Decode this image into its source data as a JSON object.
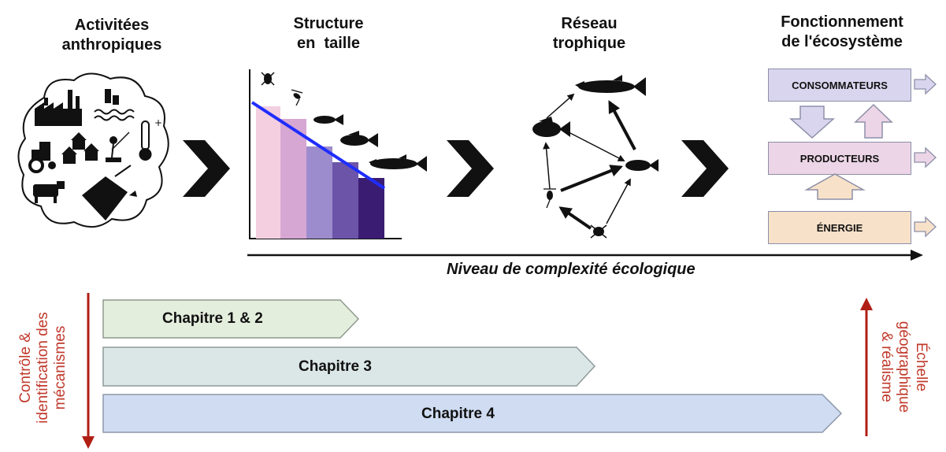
{
  "headers": {
    "anthro": [
      "Activitées",
      "anthropiques"
    ],
    "size": [
      "Structure",
      "en  taille"
    ],
    "trophic": [
      "Réseau",
      "trophique"
    ],
    "ecosystem": [
      "Fonctionnement",
      "de l'écosystème"
    ]
  },
  "ecosystem": {
    "consumers": "CONSOMMATEURS",
    "producers": "PRODUCTEURS",
    "energy": "ÉNERGIE"
  },
  "axis_label": "Niveau de complexité écologique",
  "chapters": {
    "c12": "Chapitre 1 & 2",
    "c3": "Chapitre 3",
    "c4": "Chapitre 4"
  },
  "left_axis": [
    "Contrôle &",
    "identification des",
    "mécanismes"
  ],
  "right_axis": [
    "Échelle",
    "géographique",
    "& réalisme"
  ],
  "colors": {
    "consumers": "#d9d5ee",
    "producers": "#ecd5e6",
    "energy": "#f7e1c9",
    "chapter12": "#e4eedd",
    "chapter3": "#dbe6e6",
    "chapter4": "#cfdcf2",
    "red_axis": "#b01e14"
  }
}
